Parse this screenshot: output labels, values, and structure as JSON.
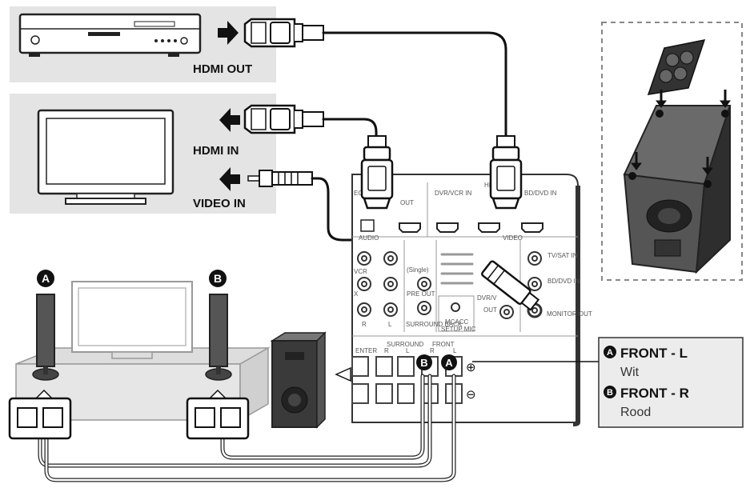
{
  "labels": {
    "hdmi_out": "HDMI OUT",
    "hdmi_in": "HDMI IN",
    "video_in": "VIDEO IN",
    "hdmi": "HDMI",
    "out": "OUT",
    "dvr_vcr_in": "DVR/VCR IN",
    "bd_dvd_in": "BD/DVD IN",
    "audio": "AUDIO",
    "video": "VIDEO",
    "tv_sat_in": "TV/SAT IN",
    "bd_dvd_in2": "BD/DVD IN",
    "monitor_out": "MONITOR OUT",
    "single": "(Single)",
    "pre_out": "PRE OUT",
    "surround_back": "SURROUND BACK",
    "mcacc": "MCACC",
    "setup_mic": "SETUP MIC",
    "surround": "SURROUND",
    "front": "FRONT",
    "center": "ENTER",
    "r": "R",
    "l": "L",
    "dvr_v": "DVR/V",
    "out2": "OUT",
    "vcr": "VCR",
    "x": "X",
    "ecl": "EC)",
    "plus": "⊕",
    "minus": "⊖"
  },
  "markers": {
    "a": "A",
    "b": "B"
  },
  "legend": {
    "a_title": "FRONT - L",
    "a_sub": "Wit",
    "b_title": "FRONT - R",
    "b_sub": "Rood"
  },
  "colors": {
    "panel": "#e4e4e4",
    "device": "#444444",
    "legend_bg": "#ececec"
  }
}
